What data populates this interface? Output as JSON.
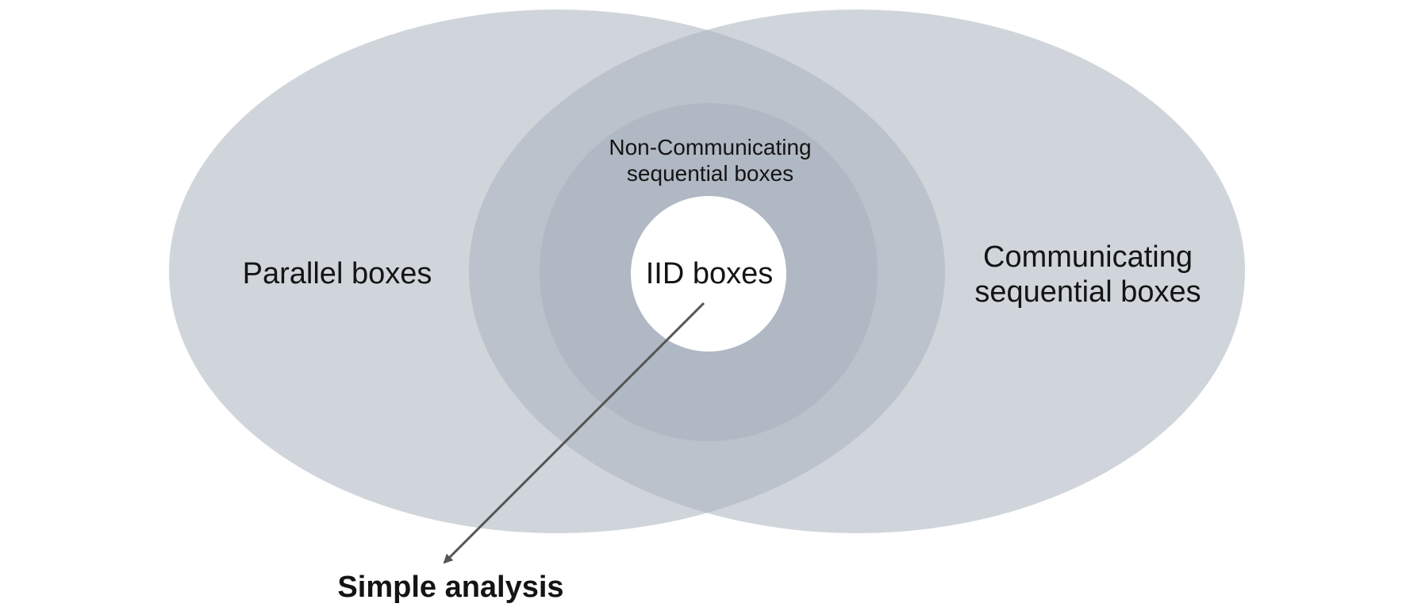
{
  "diagram": {
    "parallel_label": "Parallel boxes",
    "communicating_label_line1": "Communicating",
    "communicating_label_line2": "sequential boxes",
    "noncomm_label_line1": "Non-Communicating",
    "noncomm_label_line2": "sequential boxes",
    "iid_label": "IID boxes",
    "arrow_target_label": "Simple analysis"
  },
  "colors": {
    "ellipse_fill": "#a9b2bd",
    "inner_fill": "#a0abb7",
    "iid_fill": "#ffffff",
    "arrow": "#555555",
    "text": "#141414"
  }
}
